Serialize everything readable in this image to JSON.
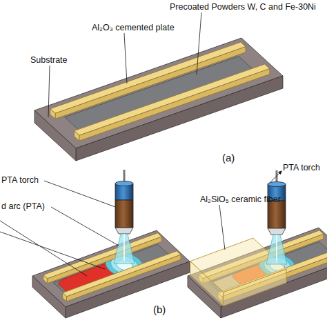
{
  "diagram": {
    "labels": [
      "Precoated Powders W, C and Fe-30Ni",
      "Al₂O₃ cemented plate",
      "Substrate",
      "(a)",
      "PTA torch",
      "d arc (PTA)",
      "(b)",
      "Al₂SiO₅ ceramic fiber",
      "PTA torch"
    ]
  }
}
